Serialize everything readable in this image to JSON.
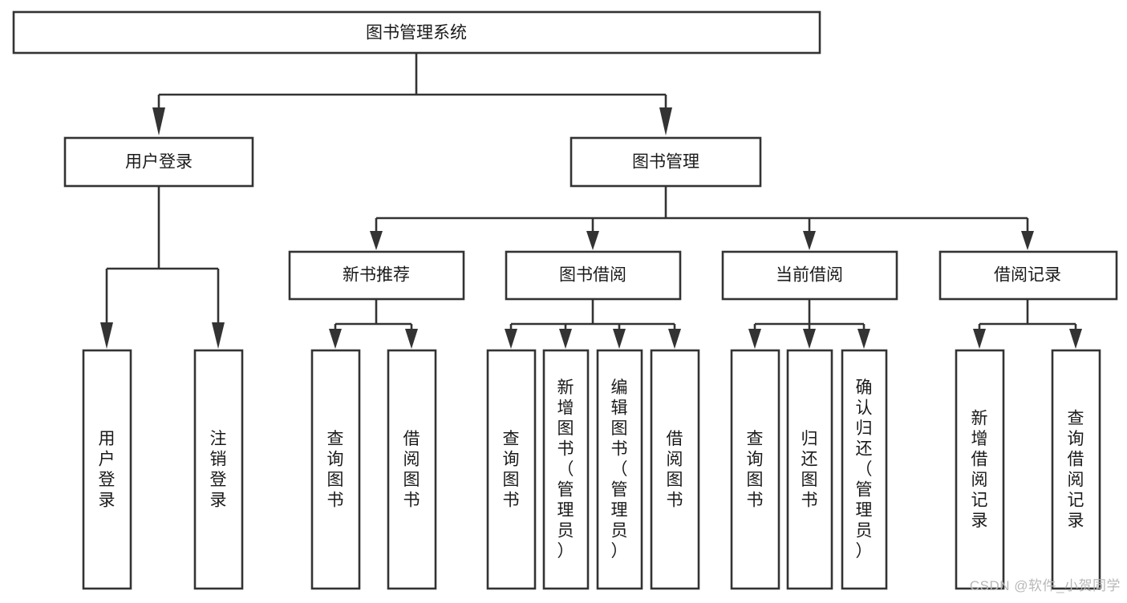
{
  "diagram": {
    "type": "tree-hierarchy-chart",
    "title_text": "图书管理系统",
    "stroke_color": "#333333",
    "box_fill": "#ffffff",
    "text_color": "#1a1a1a",
    "root": {
      "label": "图书管理系统"
    },
    "level1": [
      {
        "label": "用户登录"
      },
      {
        "label": "图书管理"
      }
    ],
    "level2": [
      {
        "label": "新书推荐"
      },
      {
        "label": "图书借阅"
      },
      {
        "label": "当前借阅"
      },
      {
        "label": "借阅记录"
      }
    ],
    "leaves_user_login": [
      {
        "label": "用户登录"
      },
      {
        "label": "注销登录"
      }
    ],
    "leaves_new_book": [
      {
        "label": "查询图书"
      },
      {
        "label": "借阅图书"
      }
    ],
    "leaves_book_borrow": [
      {
        "label": "查询图书"
      },
      {
        "label": "新增图书（管理员）"
      },
      {
        "label": "编辑图书（管理员）"
      },
      {
        "label": "借阅图书"
      }
    ],
    "leaves_current_borrow": [
      {
        "label": "查询图书"
      },
      {
        "label": "归还图书"
      },
      {
        "label": "确认归还（管理员）"
      }
    ],
    "leaves_borrow_record": [
      {
        "label": "新增借阅记录"
      },
      {
        "label": "查询借阅记录"
      }
    ]
  },
  "watermark": {
    "text": "CSDN @软件_小贺同学"
  }
}
